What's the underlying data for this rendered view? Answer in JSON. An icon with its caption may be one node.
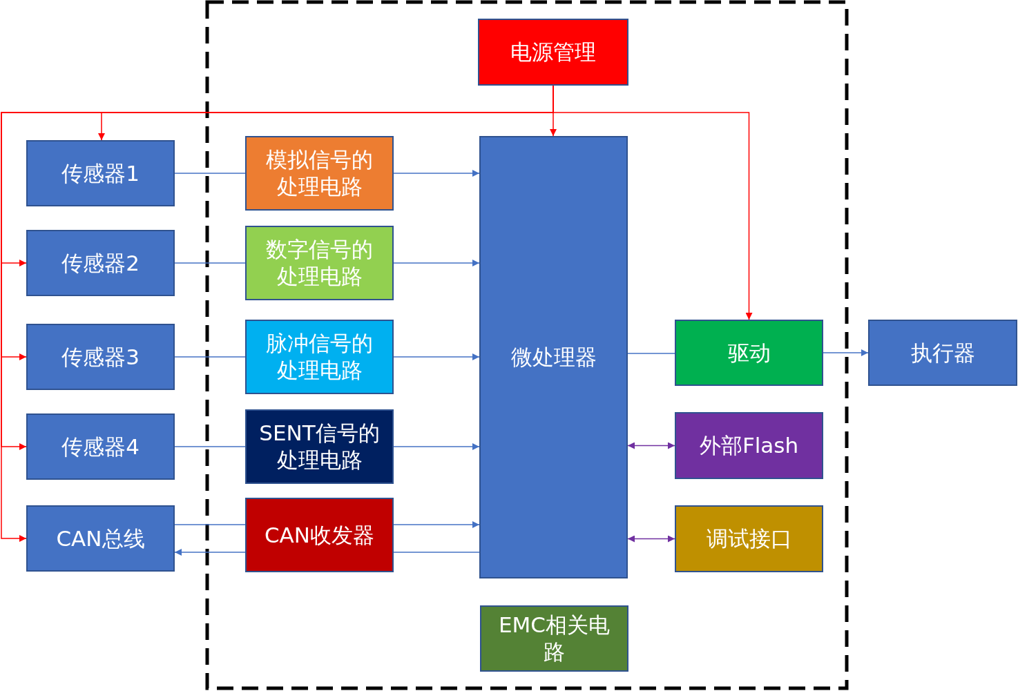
{
  "diagram": {
    "nodes": [
      {
        "text": [
          "电源管理"
        ]
      },
      {
        "text": [
          "传感器1"
        ]
      },
      {
        "text": [
          "传感器2"
        ]
      },
      {
        "text": [
          "传感器3"
        ]
      },
      {
        "text": [
          "传感器4"
        ]
      },
      {
        "text": [
          "CAN总线"
        ]
      },
      {
        "text": [
          "模拟信号的处理电路"
        ]
      },
      {
        "text": [
          "数字信号的处理电路"
        ]
      },
      {
        "text": [
          "脉冲信号的处理电路"
        ]
      },
      {
        "text": [
          "SENT信号的处理电路"
        ]
      },
      {
        "text": [
          "CAN收发器"
        ]
      },
      {
        "text": [
          "微处理器"
        ]
      },
      {
        "text": [
          "驱动"
        ]
      },
      {
        "text": [
          "执行器"
        ]
      },
      {
        "text": [
          "外部Flash"
        ]
      },
      {
        "text": [
          "调试接口"
        ]
      },
      {
        "text": [
          "EMC相关电路"
        ]
      }
    ],
    "edges": [
      {
        "from": 0,
        "to": 11,
        "arrow": "to",
        "color": "#ff0000"
      },
      {
        "from": 0,
        "to": 1,
        "arrow": "to",
        "color": "#ff0000"
      },
      {
        "from": 0,
        "to": 2,
        "arrow": "to",
        "color": "#ff0000"
      },
      {
        "from": 0,
        "to": 3,
        "arrow": "to",
        "color": "#ff0000"
      },
      {
        "from": 0,
        "to": 4,
        "arrow": "to",
        "color": "#ff0000"
      },
      {
        "from": 0,
        "to": 5,
        "arrow": "to",
        "color": "#ff0000"
      },
      {
        "from": 0,
        "to": 12,
        "arrow": "to",
        "color": "#ff0000"
      },
      {
        "from": 1,
        "to": 6,
        "arrow": "none"
      },
      {
        "from": 6,
        "to": 11,
        "arrow": "to"
      },
      {
        "from": 2,
        "to": 7,
        "arrow": "none"
      },
      {
        "from": 7,
        "to": 11,
        "arrow": "to"
      },
      {
        "from": 3,
        "to": 8,
        "arrow": "none"
      },
      {
        "from": 8,
        "to": 11,
        "arrow": "to"
      },
      {
        "from": 4,
        "to": 9,
        "arrow": "none"
      },
      {
        "from": 9,
        "to": 11,
        "arrow": "to"
      },
      {
        "from": 5,
        "to": 10,
        "arrow": "none"
      },
      {
        "from": 10,
        "to": 11,
        "arrow": "to"
      },
      {
        "from": 11,
        "to": 10,
        "arrow": "none"
      },
      {
        "from": 10,
        "to": 5,
        "arrow": "to"
      },
      {
        "from": 11,
        "to": 12,
        "arrow": "none"
      },
      {
        "from": 12,
        "to": 13,
        "arrow": "to"
      },
      {
        "from": 11,
        "to": 14,
        "arrow": "both",
        "color": "#7030a0"
      },
      {
        "from": 11,
        "to": 15,
        "arrow": "both",
        "color": "#7030a0"
      }
    ]
  }
}
